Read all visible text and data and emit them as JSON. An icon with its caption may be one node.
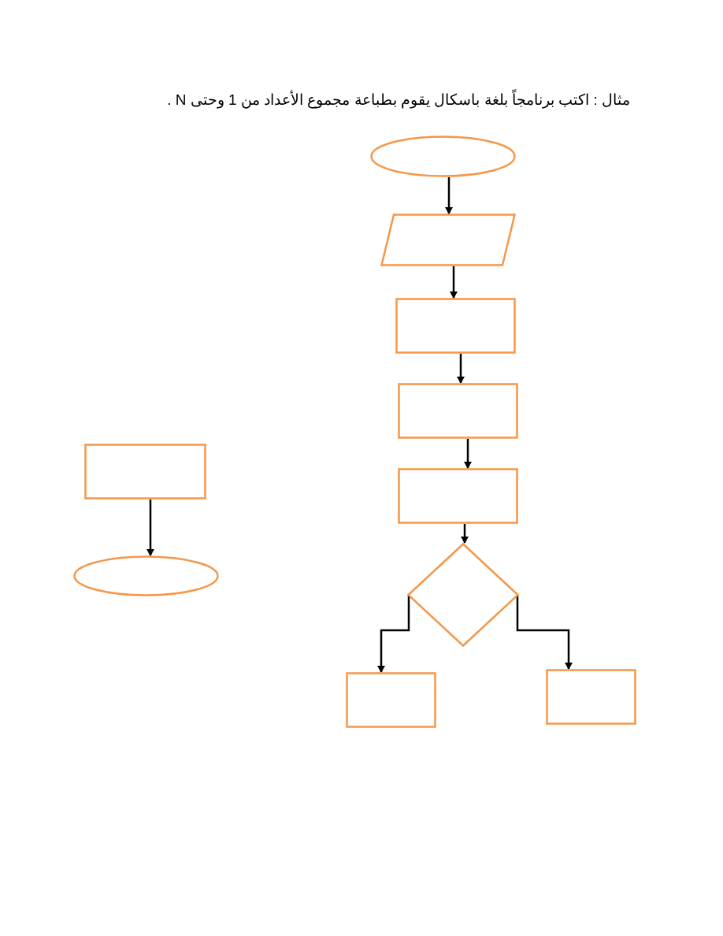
{
  "diagram": {
    "title": "مثال : اكتب برنامجاً بلغة باسكال يقوم بطباعة مجموع الأعداد من 1 وحتى N .",
    "nodes": [
      {
        "text": [],
        "shape": "ellipse"
      },
      {
        "text": [],
        "shape": "parallelogram"
      },
      {
        "text": [],
        "shape": "box"
      },
      {
        "text": [],
        "shape": "box"
      },
      {
        "text": [],
        "shape": "box"
      },
      {
        "text": [],
        "shape": "box"
      },
      {
        "text": [],
        "shape": "diamond"
      },
      {
        "text": [],
        "shape": "ellipse"
      },
      {
        "text": [],
        "shape": "box"
      },
      {
        "text": [],
        "shape": "box"
      }
    ],
    "edges": [
      {
        "from": 0,
        "to": 1,
        "arrow": "to"
      },
      {
        "from": 1,
        "to": 2,
        "arrow": "to"
      },
      {
        "from": 2,
        "to": 3,
        "arrow": "to"
      },
      {
        "from": 3,
        "to": 5,
        "arrow": "to"
      },
      {
        "from": 5,
        "to": 6,
        "arrow": "to"
      },
      {
        "from": 6,
        "to": 9,
        "arrow": "to"
      },
      {
        "from": 6,
        "to": 8,
        "arrow": "to"
      },
      {
        "from": 4,
        "to": 7,
        "arrow": "to"
      }
    ]
  }
}
